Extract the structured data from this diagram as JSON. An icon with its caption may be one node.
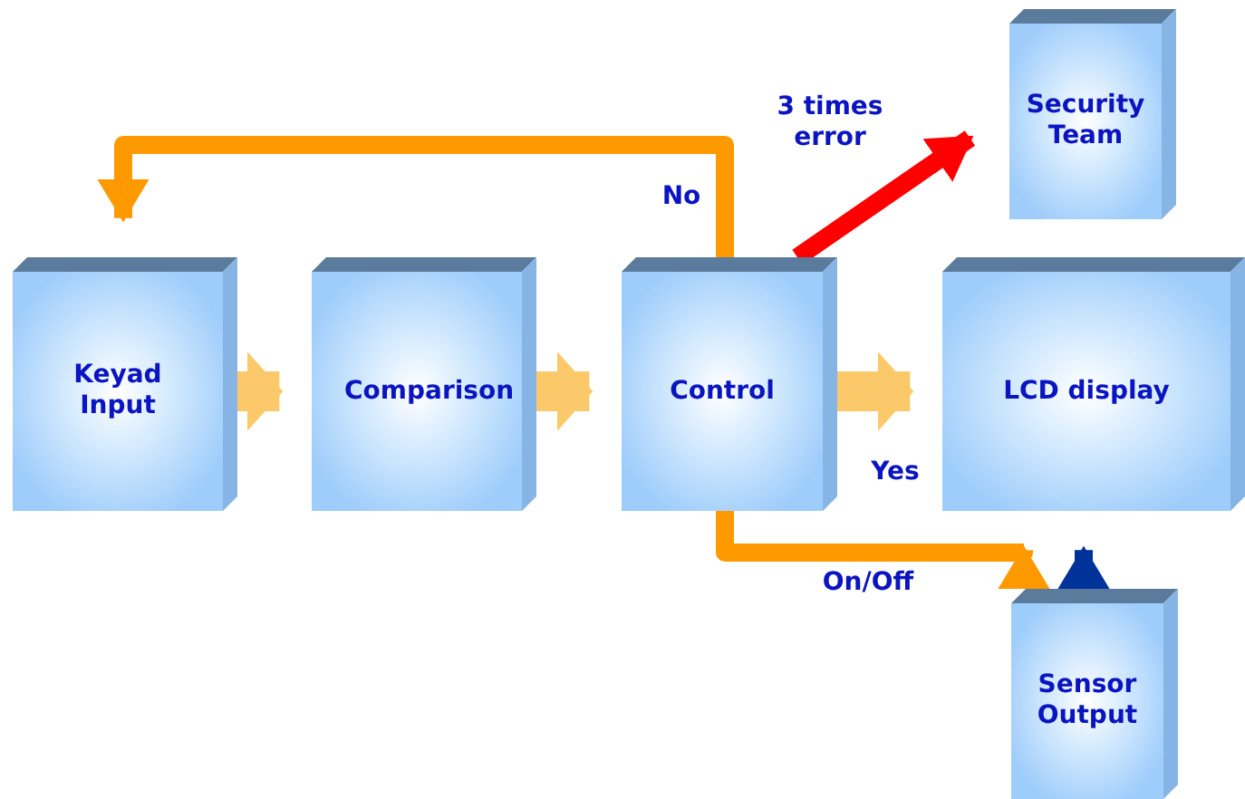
{
  "diagram": {
    "nodes": [
      {
        "text": [
          "Keyad Input"
        ]
      },
      {
        "text": [
          "Comparison"
        ]
      },
      {
        "text": [
          "Control"
        ]
      },
      {
        "text": [
          "Security Team"
        ]
      },
      {
        "text": [
          "LCD display"
        ]
      },
      {
        "text": [
          "Sensor Output"
        ]
      }
    ],
    "edges": [
      {
        "from": 0,
        "to": 1,
        "arrow": "to",
        "style": "thick"
      },
      {
        "from": 1,
        "to": 2,
        "arrow": "to",
        "style": "thick"
      },
      {
        "from": 2,
        "to": 4,
        "arrow": "to",
        "style": "thick",
        "label": "Yes"
      },
      {
        "from": 2,
        "to": 0,
        "arrow": "to",
        "label": "No",
        "color": "#ff9900"
      },
      {
        "from": 2,
        "to": 3,
        "arrow": "to",
        "label": "3 times error",
        "color": "#ff0000"
      },
      {
        "from": 2,
        "to": 4,
        "arrow": "to",
        "label": "On/Off",
        "color": "#ff9900"
      },
      {
        "from": 5,
        "to": 4,
        "arrow": "to",
        "color": "#003399"
      }
    ]
  }
}
